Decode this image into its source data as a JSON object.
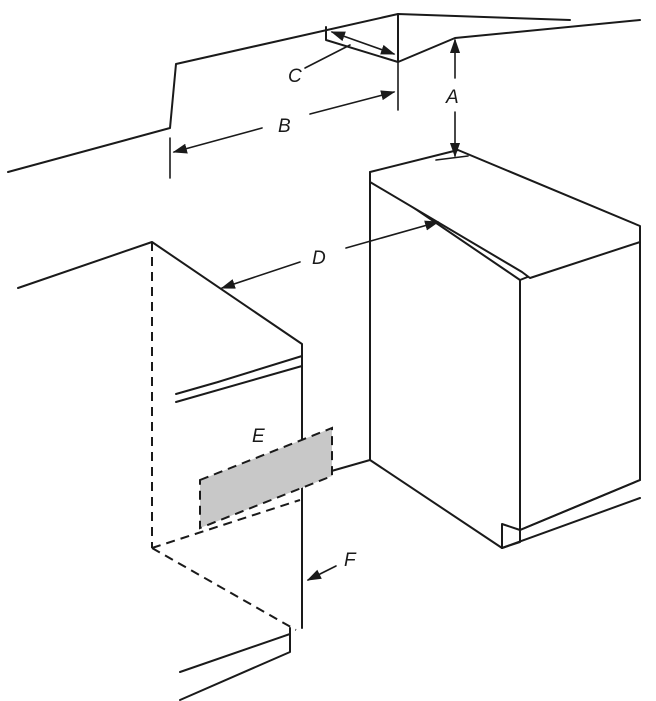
{
  "labels": {
    "a": "A",
    "b": "B",
    "c": "C",
    "d": "D",
    "e": "E",
    "f": "F"
  },
  "colors": {
    "line": "#1a1a1a",
    "shaded_area": "#c8c8c8",
    "background": "#ffffff"
  }
}
